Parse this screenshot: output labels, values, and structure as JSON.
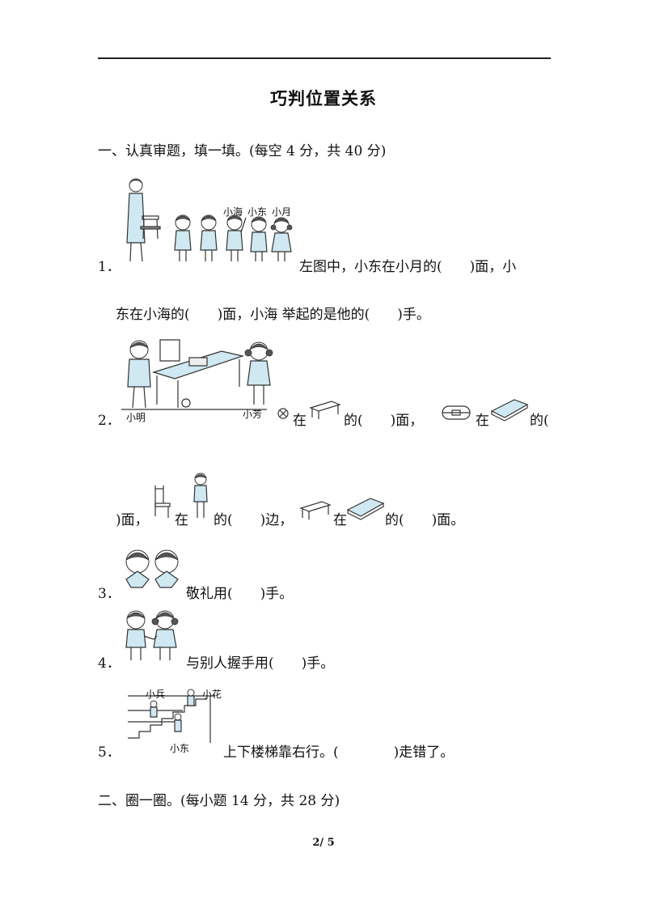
{
  "title": "巧判位置关系",
  "section1": {
    "header": "一、认真审题，填一填。(每空 4 分，共 40 分)",
    "q1": {
      "num": "1．",
      "labels": [
        "小海",
        "小东",
        "小月"
      ],
      "line1": "左图中，小东在小月的(　　)面，小",
      "line2": "东在小海的(　　)面，小海 举起的是他的(　　)手。"
    },
    "q2": {
      "num": "2．",
      "label_left": "小明",
      "label_right": "小芳",
      "p1": "在",
      "p2": "的(　　)面，",
      "p3": "在",
      "p4": "的(",
      "l2a": ")面，",
      "l2b": "在",
      "l2c": "的(　　)边，",
      "l2d": "在",
      "l2e": "的(　　)面。"
    },
    "q3": {
      "num": "3．",
      "text": "敬礼用(　　)手。"
    },
    "q4": {
      "num": "4．",
      "text": "与别人握手用(　　)手。"
    },
    "q5": {
      "num": "5．",
      "label_a": "小兵",
      "label_b": "小花",
      "label_c": "小东",
      "text": "上下楼梯靠右行。(　　　　)走错了。"
    }
  },
  "section2": {
    "header": "二、圈一圈。(每小题 14 分，共 28 分)"
  },
  "page_number": "2/ 5",
  "colors": {
    "clothing": "#cfe8f2",
    "ink": "#111111"
  }
}
